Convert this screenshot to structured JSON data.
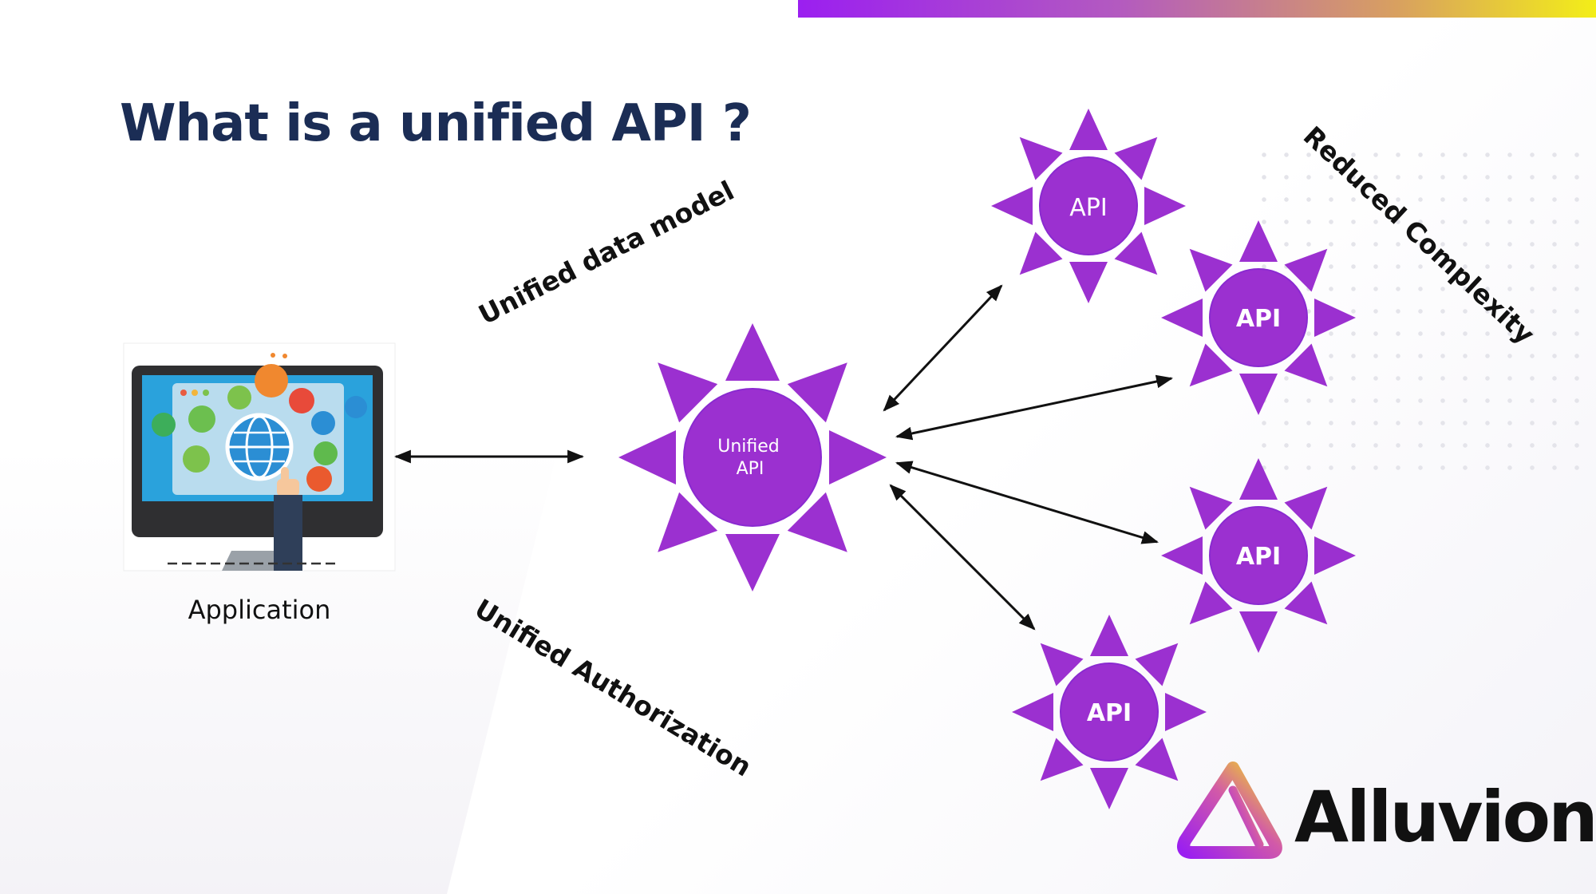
{
  "slide": {
    "title": "What is a unified API ?",
    "labels": {
      "data_model": "Unified data model",
      "authorization": "Unified Authorization",
      "complexity": "Reduced Complexity"
    },
    "application_caption": "Application",
    "logo_text": "Alluvion"
  },
  "diagram": {
    "hub": {
      "line1": "Unified",
      "line2": "API"
    },
    "api_nodes": [
      {
        "label": "API"
      },
      {
        "label": "API"
      },
      {
        "label": "API"
      },
      {
        "label": "API"
      }
    ]
  },
  "colors": {
    "sun_purple": "#9b30d0",
    "title_navy": "#1b2d55",
    "arrow": "#111111"
  },
  "icons": {
    "application": "monitor-with-globe-and-app-icons",
    "logo": "alluvion-logo-icon"
  }
}
